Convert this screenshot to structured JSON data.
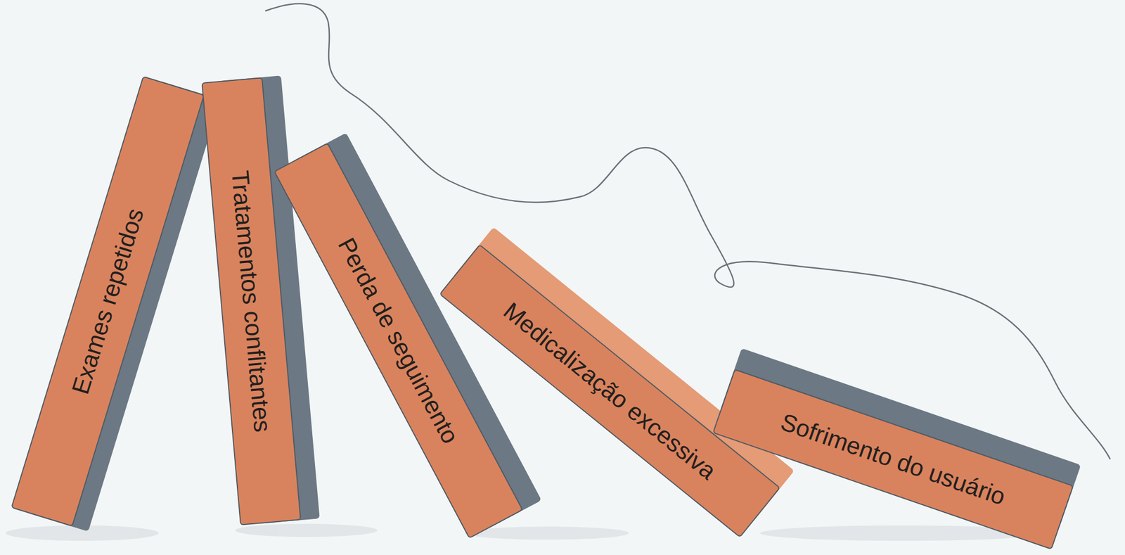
{
  "diagram": {
    "nodes": [
      {
        "text": [
          "Exames repetidos"
        ]
      },
      {
        "text": [
          "Tratamentos conflitantes"
        ]
      },
      {
        "text": [
          "Perda de seguimento"
        ]
      },
      {
        "text": [
          "Medicalização excessiva"
        ]
      },
      {
        "text": [
          "Sofrimento do usuário"
        ]
      }
    ]
  }
}
